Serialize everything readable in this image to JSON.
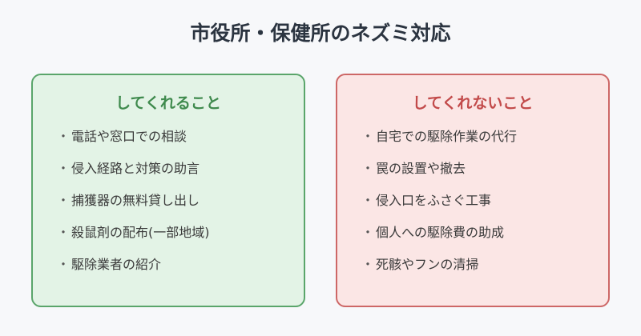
{
  "title": "市役所・保健所のネズミ対応",
  "panels": {
    "good": {
      "heading": "してくれること",
      "accent": "#3f8a4d",
      "items": [
        "電話や窓口での相談",
        "侵入経路と対策の助言",
        "捕獲器の無料貸し出し",
        "殺鼠剤の配布(一部地域)",
        "駆除業者の紹介"
      ]
    },
    "bad": {
      "heading": "してくれないこと",
      "accent": "#c24a4a",
      "items": [
        "自宅での駆除作業の代行",
        "罠の設置や撤去",
        "侵入口をふさぐ工事",
        "個人への駆除費の助成",
        "死骸やフンの清掃"
      ]
    }
  },
  "bullet_char": "・"
}
